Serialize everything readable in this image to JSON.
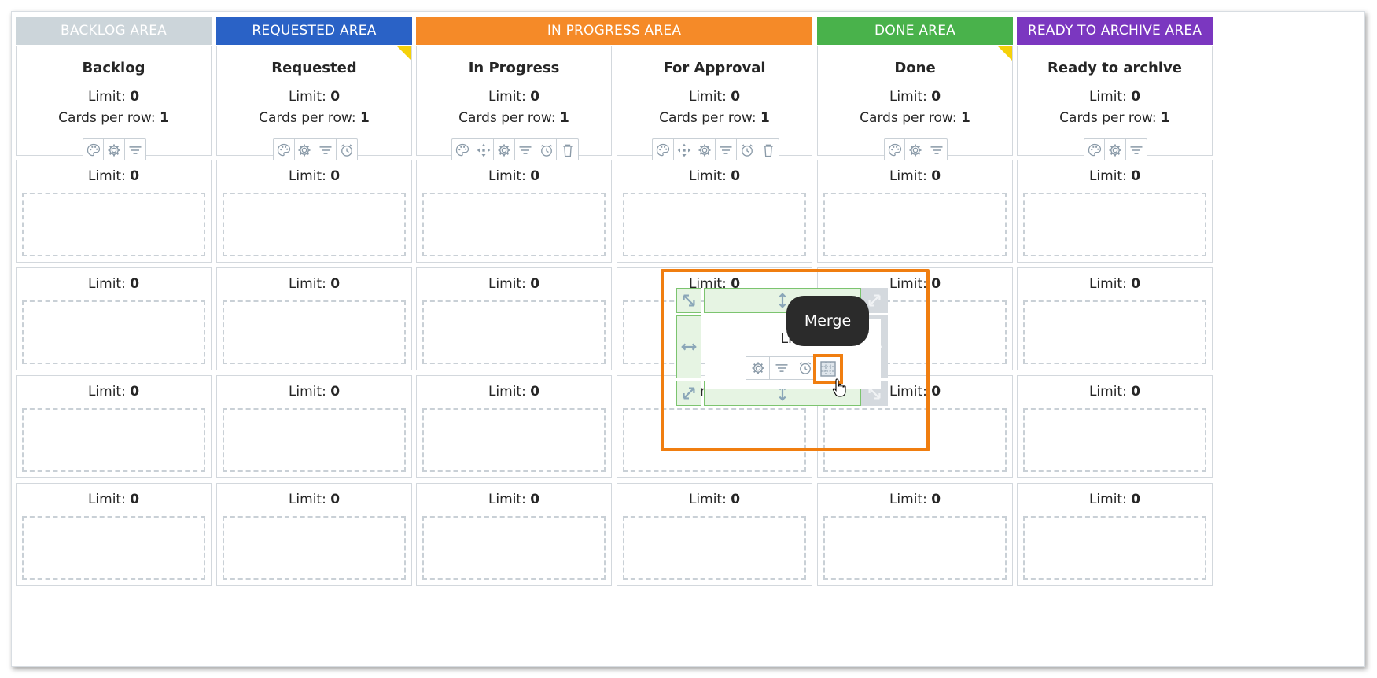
{
  "areas": [
    {
      "label": "BACKLOG AREA",
      "color": "#ccd5da"
    },
    {
      "label": "REQUESTED AREA",
      "color": "#2a62c6"
    },
    {
      "label": "IN PROGRESS AREA",
      "color": "#f58a28"
    },
    {
      "label": "DONE AREA",
      "color": "#49b24b"
    },
    {
      "label": "READY TO ARCHIVE AREA",
      "color": "#7b37c0"
    }
  ],
  "lanes": [
    {
      "title": "Backlog",
      "limit_label": "Limit: ",
      "limit": "0",
      "cpr_label": "Cards per row: ",
      "cpr": "1",
      "icons": [
        "palette-icon",
        "gear-icon",
        "filter-icon"
      ]
    },
    {
      "title": "Requested",
      "limit_label": "Limit: ",
      "limit": "0",
      "cpr_label": "Cards per row: ",
      "cpr": "1",
      "icons": [
        "palette-icon",
        "gear-icon",
        "filter-icon",
        "clock-icon"
      ],
      "flag": true
    },
    {
      "title": "In Progress",
      "limit_label": "Limit: ",
      "limit": "0",
      "cpr_label": "Cards per row: ",
      "cpr": "1",
      "icons": [
        "palette-icon",
        "move-icon",
        "gear-icon",
        "filter-icon",
        "clock-icon",
        "trash-icon"
      ]
    },
    {
      "title": "For Approval",
      "limit_label": "Limit: ",
      "limit": "0",
      "cpr_label": "Cards per row: ",
      "cpr": "1",
      "icons": [
        "palette-icon",
        "move-icon",
        "gear-icon",
        "filter-icon",
        "clock-icon",
        "trash-icon"
      ]
    },
    {
      "title": "Done",
      "limit_label": "Limit: ",
      "limit": "0",
      "cpr_label": "Cards per row: ",
      "cpr": "1",
      "icons": [
        "palette-icon",
        "gear-icon",
        "filter-icon"
      ],
      "flag": true
    },
    {
      "title": "Ready to archive",
      "limit_label": "Limit: ",
      "limit": "0",
      "cpr_label": "Cards per row: ",
      "cpr": "1",
      "icons": [
        "palette-icon",
        "gear-icon",
        "filter-icon"
      ]
    }
  ],
  "cell_limit_label": "Limit: ",
  "cell_limit_value": "0",
  "selected_cell": {
    "limit_text": "Lim"
  },
  "tooltip": {
    "text": "Merge"
  },
  "accent_color": "#f07e10"
}
